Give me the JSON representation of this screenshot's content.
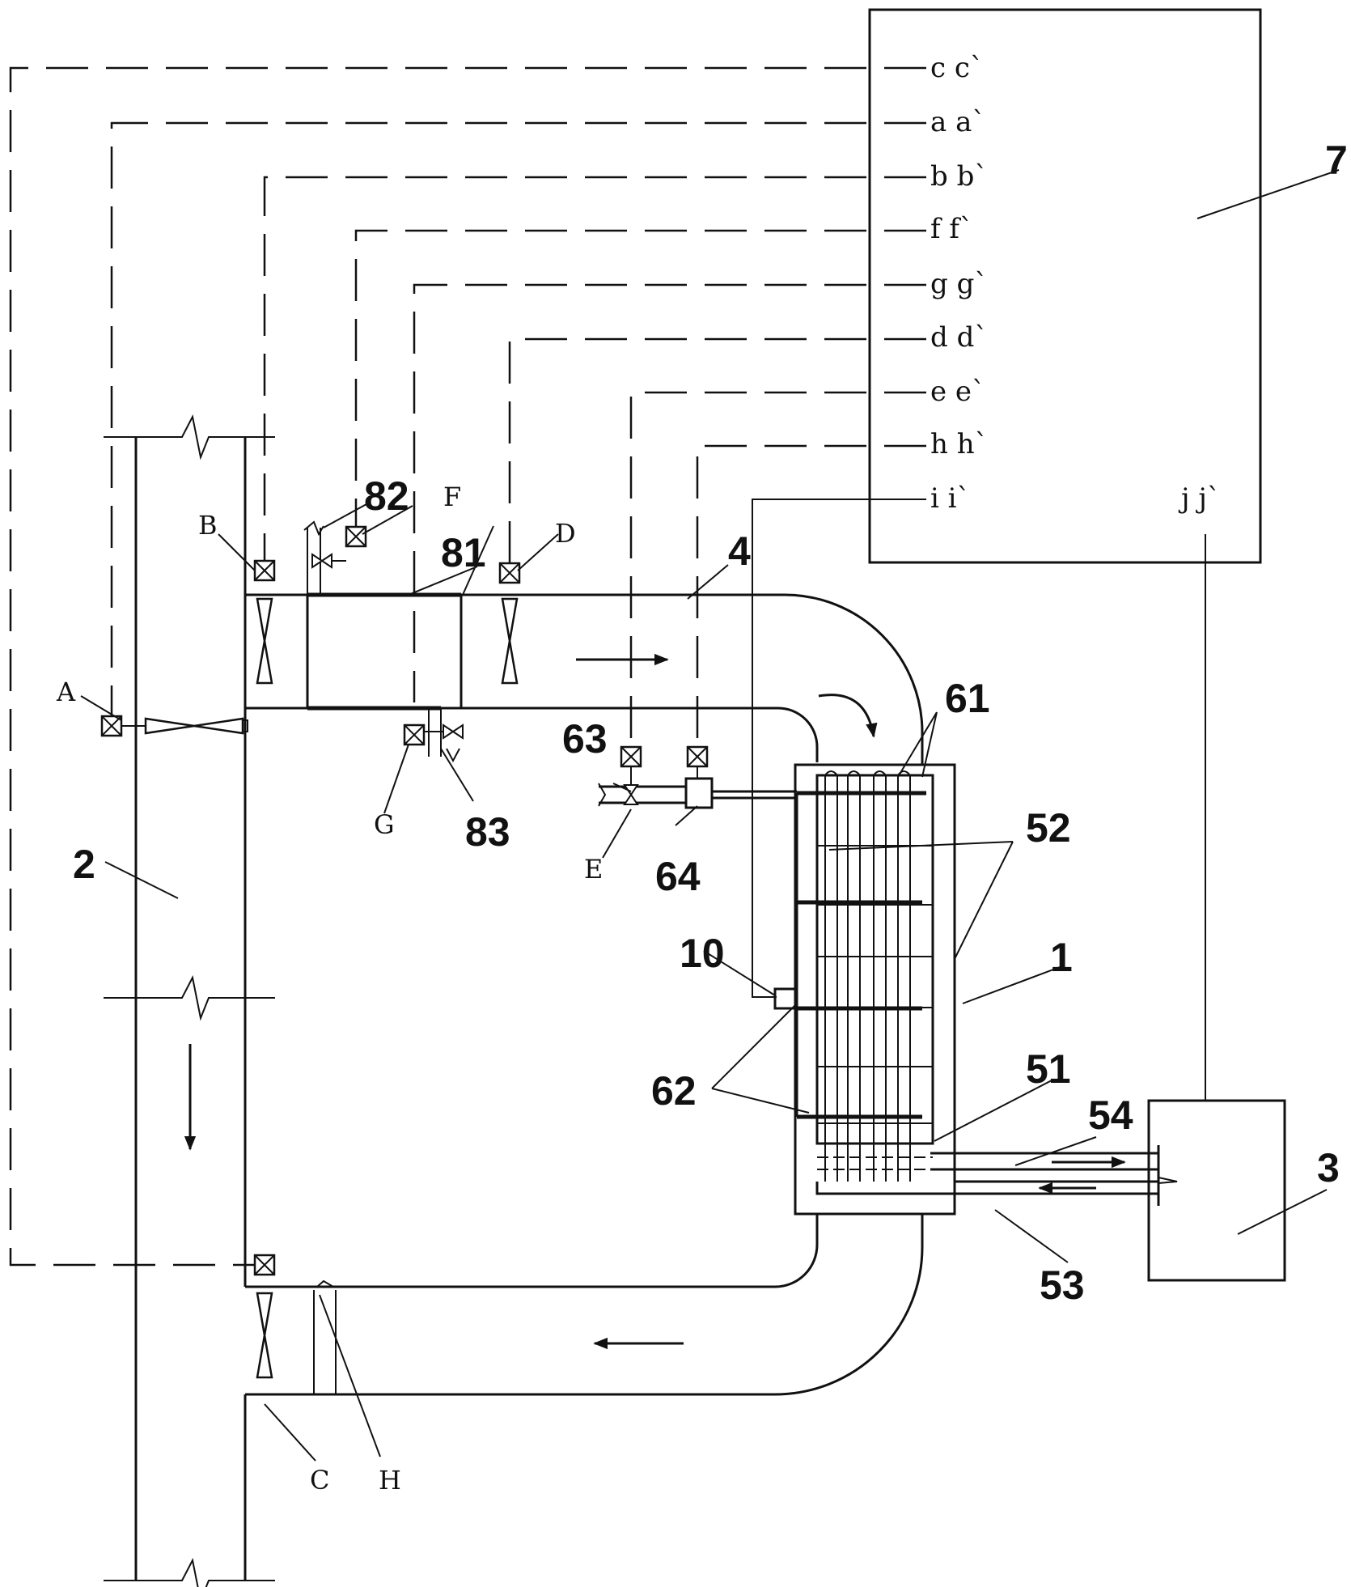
{
  "terminals": [
    "c c`",
    "a a`",
    "b b`",
    "f f`",
    "g g`",
    "d d`",
    "e e`",
    "h h`",
    "i i`"
  ],
  "terminal_j": "j j`",
  "valve_labels": {
    "A": "A",
    "B": "B",
    "C": "C",
    "D": "D",
    "E": "E",
    "F": "F",
    "G": "G",
    "H": "H"
  },
  "part_labels": {
    "controller": "7",
    "exchanger": "1",
    "column": "2",
    "unit": "3",
    "duct": "4",
    "n10": "10",
    "n51": "51",
    "n52": "52",
    "n53": "53",
    "n54": "54",
    "n61": "61",
    "n62": "62",
    "n63": "63",
    "n64": "64",
    "n81": "81",
    "n82": "82",
    "n83": "83"
  },
  "icons": {
    "actuator": "actuator-box-icon",
    "valve": "butterfly-valve-icon",
    "flow": "flow-arrow-icon"
  }
}
